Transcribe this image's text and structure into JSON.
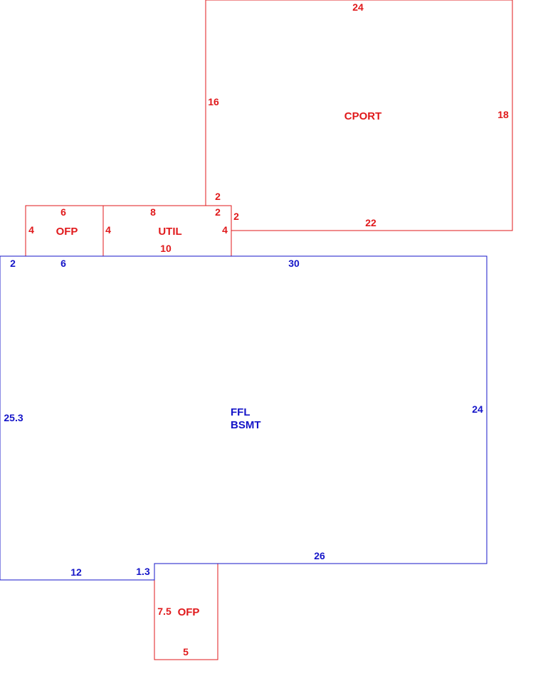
{
  "colors": {
    "outbuilding": "#e0191b",
    "main_building": "#1414c8",
    "background": "#ffffff"
  },
  "areas": {
    "cport": "CPORT",
    "util": "UTIL",
    "ofp_top": "OFP",
    "ofp_bottom": "OFP",
    "main_line1": "FFL",
    "main_line2": "BSMT"
  },
  "dimensions": {
    "cport_top": "24",
    "cport_left": "16",
    "cport_right": "18",
    "cport_bottom": "22",
    "cport_step_upper": "2",
    "cport_step_right": "2",
    "util_top": "8",
    "util_top_right": "2",
    "util_left": "4",
    "util_right": "4",
    "util_bottom": "10",
    "ofp_top_top": "6",
    "ofp_top_left": "4",
    "main_top_a": "2",
    "main_top_b": "6",
    "main_top_c": "30",
    "main_left": "25.3",
    "main_right": "24",
    "main_bottom_left": "12",
    "main_bottom_step": "1.3",
    "main_bottom_right": "26",
    "ofp_bottom_left": "7.5",
    "ofp_bottom_bottom": "5"
  }
}
